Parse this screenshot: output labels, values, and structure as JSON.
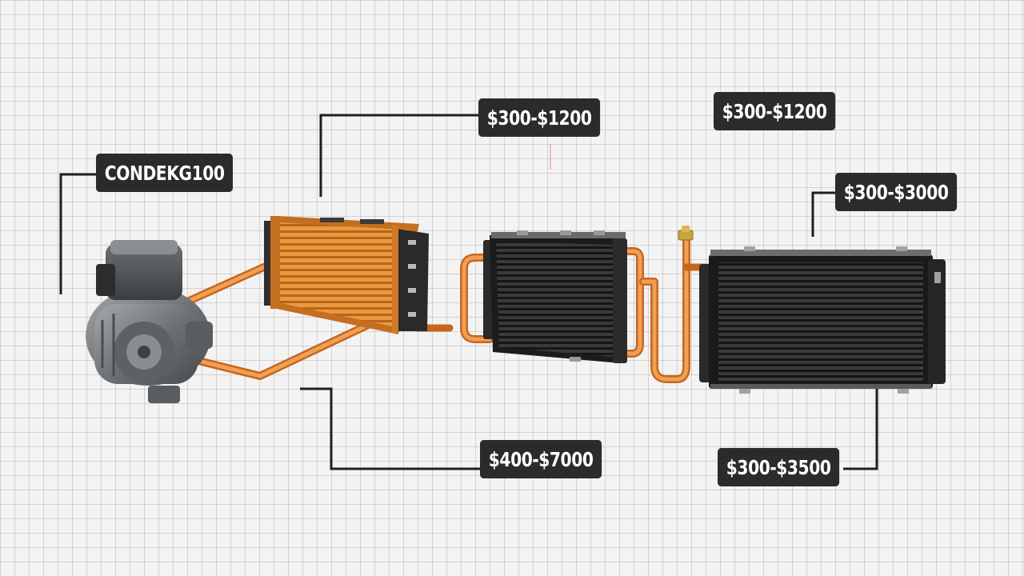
{
  "labels": {
    "compressor": "CONDEKG100",
    "evaporator": "$300-$1200",
    "expansion_valve": "$300-$1200",
    "receiver_drier": "$300-$3000",
    "lines": "$400-$7000",
    "condenser": "$300-$3500"
  },
  "colors": {
    "label_bg": "#2b2b2b",
    "label_text": "#ffffff",
    "pipe": "#e8842c",
    "orange_fins": "#e38a28",
    "dark_fins": "#222222",
    "compressor_metal": "#7a7d80"
  },
  "icons": [
    "compressor-icon",
    "orange-evaporator-icon",
    "dark-heat-exchanger-icon",
    "dark-condenser-icon",
    "copper-pipe-icon",
    "valve-icon"
  ]
}
